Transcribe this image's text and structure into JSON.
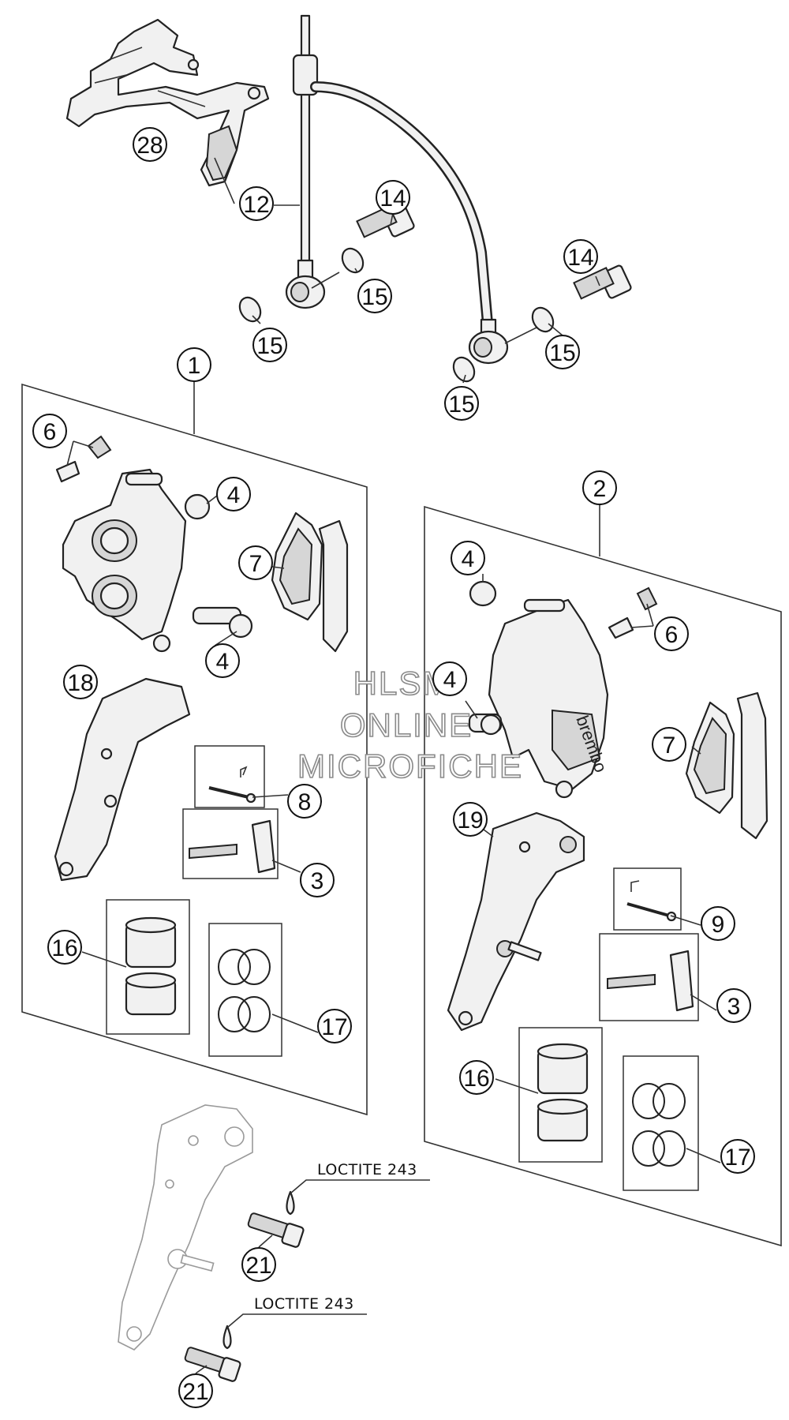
{
  "callouts": {
    "c28": "28",
    "c12": "12",
    "c14a": "14",
    "c15a": "15",
    "c15b": "15",
    "c14b": "14",
    "c15c": "15",
    "c15d": "15",
    "c1": "1",
    "c2": "2",
    "c6a": "6",
    "c4a": "4",
    "c7a": "7",
    "c4b": "4",
    "c18": "18",
    "c8": "8",
    "c3a": "3",
    "c16a": "16",
    "c17a": "17",
    "c4c": "4",
    "c6b": "6",
    "c4d": "4",
    "c7b": "7",
    "c19": "19",
    "c9": "9",
    "c3b": "3",
    "c16b": "16",
    "c17b": "17",
    "c21a": "21",
    "c21b": "21"
  },
  "loctite": {
    "label_a": "LOCTITE 243",
    "label_b": "LOCTITE 243"
  },
  "watermark": {
    "line1": "HLSM",
    "line2": "ONLINE",
    "line3": "MICROFICHE"
  },
  "caliper_brand": "brembo"
}
